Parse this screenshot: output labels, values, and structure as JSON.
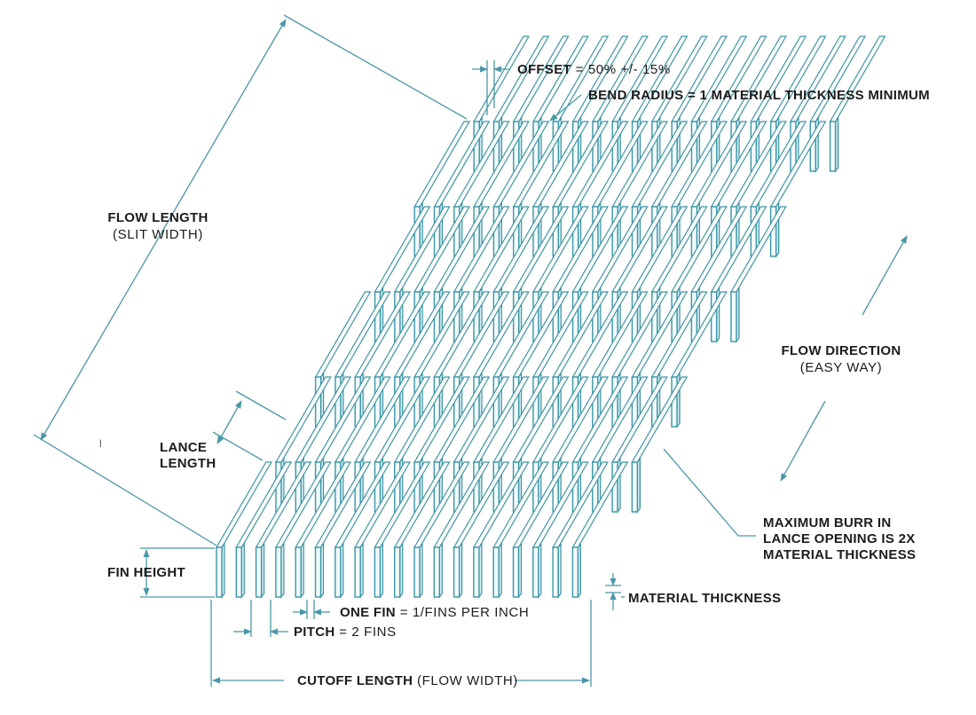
{
  "labels": {
    "offset_bold": "OFFSET",
    "offset_value": " = 50% +/- 15%",
    "bend_radius": "BEND RADIUS = 1 MATERIAL THICKNESS MINIMUM",
    "flow_length": "FLOW LENGTH",
    "flow_length_sub": "(SLIT WIDTH)",
    "flow_direction": "FLOW DIRECTION",
    "flow_direction_sub": "(EASY WAY)",
    "lance_length_1": "LANCE",
    "lance_length_2": "LENGTH",
    "fin_height": "FIN HEIGHT",
    "max_burr_1": "MAXIMUM BURR IN",
    "max_burr_2": "LANCE OPENING IS 2X",
    "max_burr_3": "MATERIAL THICKNESS",
    "material_thickness": "MATERIAL THICKNESS",
    "one_fin_bold": "ONE FIN",
    "one_fin_value": " = 1/FINS PER INCH",
    "pitch_bold": "PITCH",
    "pitch_value": " = 2 FINS",
    "cutoff_bold": "CUTOFF LENGTH",
    "cutoff_value": " (FLOW WIDTH)",
    "stray_mark": "l"
  },
  "colors": {
    "line": "#4a97a6",
    "fin_stroke": "#3c95a5",
    "text": "#1c1c1c"
  },
  "structure": {
    "fin_count": 19,
    "row_count": 6
  }
}
